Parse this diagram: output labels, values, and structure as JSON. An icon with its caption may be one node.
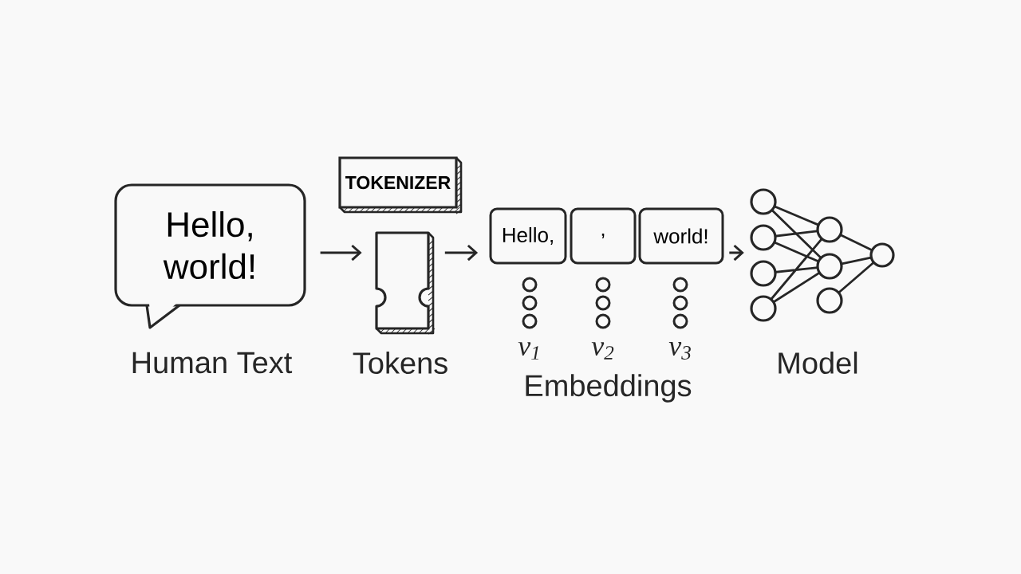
{
  "diagram": {
    "nodes": [
      {
        "text": [
          "Hello, world!"
        ],
        "beside": [
          "Human Text"
        ]
      },
      {
        "text": [
          "TOKENIZER"
        ]
      },
      {
        "text": [],
        "shape": "box",
        "beside": [
          "Tokens"
        ]
      },
      {
        "text": [
          "Hello,"
        ]
      },
      {
        "text": [
          ","
        ]
      },
      {
        "text": [
          "world!"
        ]
      },
      {
        "text": [],
        "shape": "picture",
        "beside": [
          "Model"
        ]
      }
    ],
    "edges": [
      {
        "from": 0,
        "to": 2,
        "arrow": "to"
      },
      {
        "from": 2,
        "to": 3,
        "arrow": "to"
      },
      {
        "from": 5,
        "to": 6,
        "arrow": "to"
      }
    ],
    "labels": [
      "v$_{1}$",
      "v$_{2}$",
      "v$_{3}$",
      "Embeddings"
    ]
  }
}
